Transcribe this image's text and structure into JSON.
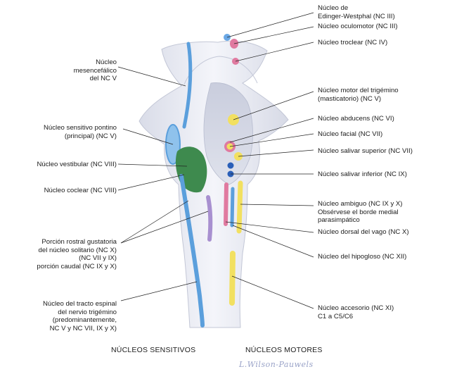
{
  "left_labels": [
    {
      "id": "mesencefalico",
      "text": "Núcleo\nmesencefálico\ndel NC V"
    },
    {
      "id": "sensitivo_pontino",
      "text": "Núcleo sensitivo pontino\n(principal) (NC V)"
    },
    {
      "id": "vestibular",
      "text": "Núcleo vestibular (NC VIII)"
    },
    {
      "id": "coclear",
      "text": "Núcleo coclear (NC VIII)"
    },
    {
      "id": "solitario",
      "text": "Porción rostral gustatoria\ndel núcleo solitario (NC X)\n(NC VII y IX)\nporción caudal (NC IX y X)"
    },
    {
      "id": "tracto_espinal",
      "text": "Núcleo del tracto espinal\ndel nervio trigémino\n(predominantemente,\nNC V y NC VII, IX y X)"
    }
  ],
  "right_labels": [
    {
      "id": "edinger",
      "text": "Núcleo de\nEdinger-Westphal (NC III)"
    },
    {
      "id": "oculomotor",
      "text": "Núcleo oculomotor (NC III)"
    },
    {
      "id": "troclear",
      "text": "Núcleo troclear (NC IV)"
    },
    {
      "id": "motor_trigemino",
      "text": "Núcleo motor del trigémino\n(masticatorio) (NC V)"
    },
    {
      "id": "abducens",
      "text": "Núcleo abducens (NC VI)"
    },
    {
      "id": "facial",
      "text": "Núcleo facial (NC VII)"
    },
    {
      "id": "salivar_superior",
      "text": "Núcleo salivar superior (NC VII)"
    },
    {
      "id": "salivar_inferior",
      "text": "Núcleo salivar inferior (NC IX)"
    },
    {
      "id": "ambiguo",
      "text": "Núcleo ambiguo (NC IX y X)\nObsérvese el borde medial\nparasimpático"
    },
    {
      "id": "dorsal_vago",
      "text": "Núcleo dorsal del vago (NC X)"
    },
    {
      "id": "hipogloso",
      "text": "Núcleo del hipogloso (NC XII)"
    },
    {
      "id": "accesorio",
      "text": "Núcleo accesorio (NC XI)\nC1 a C5/C6"
    }
  ],
  "footer": {
    "sensitivos": "NÚCLEOS SENSITIVOS",
    "motores": "NÚCLEOS MOTORES"
  },
  "signature": "L.Wilson-Pauwels",
  "colors": {
    "sensory_blue": "#5b9fdc",
    "vestibular_green": "#3e8a4e",
    "solitary_violet": "#a890d0",
    "motor_pink": "#e07aa0",
    "motor_yellow": "#f2e060",
    "dark_blue": "#2a5fb8",
    "brainstem": "#e7e9f1"
  }
}
